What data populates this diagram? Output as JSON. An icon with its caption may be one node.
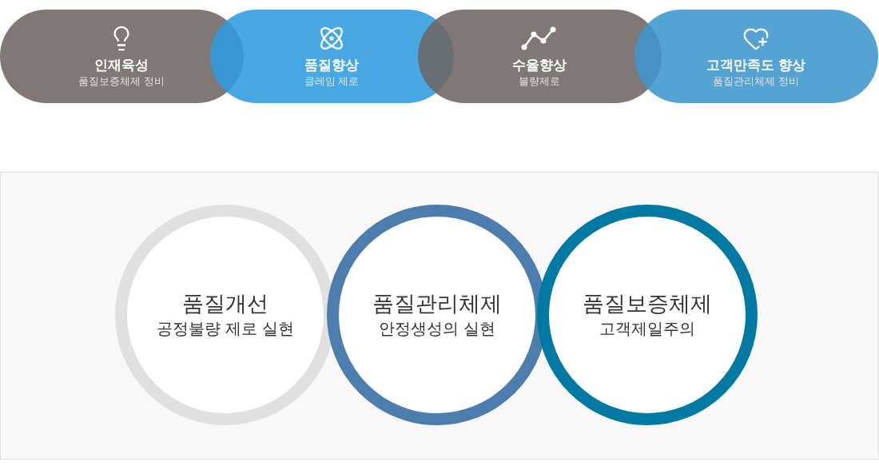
{
  "diagram": {
    "nodes": [
      {
        "text": [
          "인재육성",
          "품질보증체제 정비"
        ]
      },
      {
        "text": [
          "품질향상",
          "클레임 제로"
        ]
      },
      {
        "text": [
          "수율향상",
          "불량제로"
        ]
      },
      {
        "text": [
          "고객만족도 향상",
          "품질관리체제 정비"
        ]
      },
      {
        "text": [
          "품질개선",
          "공정불량 제로 실현"
        ]
      },
      {
        "text": [
          "품질관리체제",
          "안정생성의 실현"
        ]
      },
      {
        "text": [
          "품질보증체제",
          "고객제일주의"
        ]
      }
    ]
  }
}
